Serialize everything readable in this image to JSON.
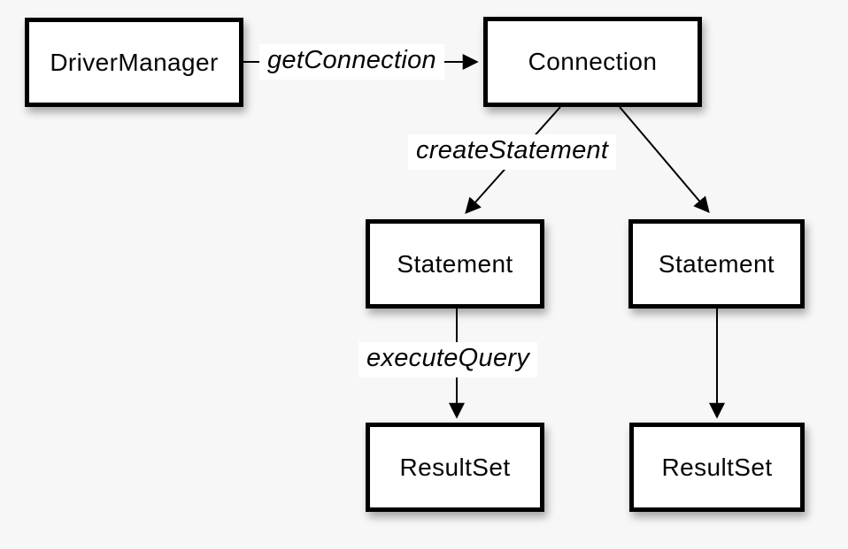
{
  "colors": {
    "canvas_bg": "#f7f7f7",
    "node_fill": "#ffffff",
    "node_border": "#000000",
    "line_color": "#000000",
    "label_bg": "#ffffff",
    "text_color": "#050505"
  },
  "diagram": {
    "nodes": {
      "driver_manager": {
        "label": "DriverManager"
      },
      "connection": {
        "label": "Connection"
      },
      "statement_left": {
        "label": "Statement"
      },
      "statement_right": {
        "label": "Statement"
      },
      "resultset_left": {
        "label": "ResultSet"
      },
      "resultset_right": {
        "label": "ResultSet"
      }
    },
    "edges": {
      "get_connection": {
        "label": "getConnection"
      },
      "create_statement": {
        "label": "createStatement"
      },
      "execute_query": {
        "label": "executeQuery"
      }
    }
  }
}
